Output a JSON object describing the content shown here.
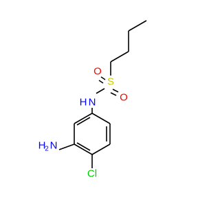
{
  "atoms": {
    "oxygen_top": {
      "label": "O",
      "color": "#ff0000"
    },
    "oxygen_bottom": {
      "label": "O",
      "color": "#ff0000"
    },
    "sulfur": {
      "label": "S",
      "color": "#cccc00"
    },
    "nitrogen_nh": {
      "label": "N",
      "h_label": "H",
      "color": "#0000ff"
    },
    "amine": {
      "label": "H",
      "subscript": "2",
      "n_label": "N",
      "color": "#0000ff"
    },
    "chlorine": {
      "label": "Cl",
      "color": "#00cc00"
    }
  },
  "colors": {
    "bond": "#000000",
    "background": "#ffffff"
  }
}
